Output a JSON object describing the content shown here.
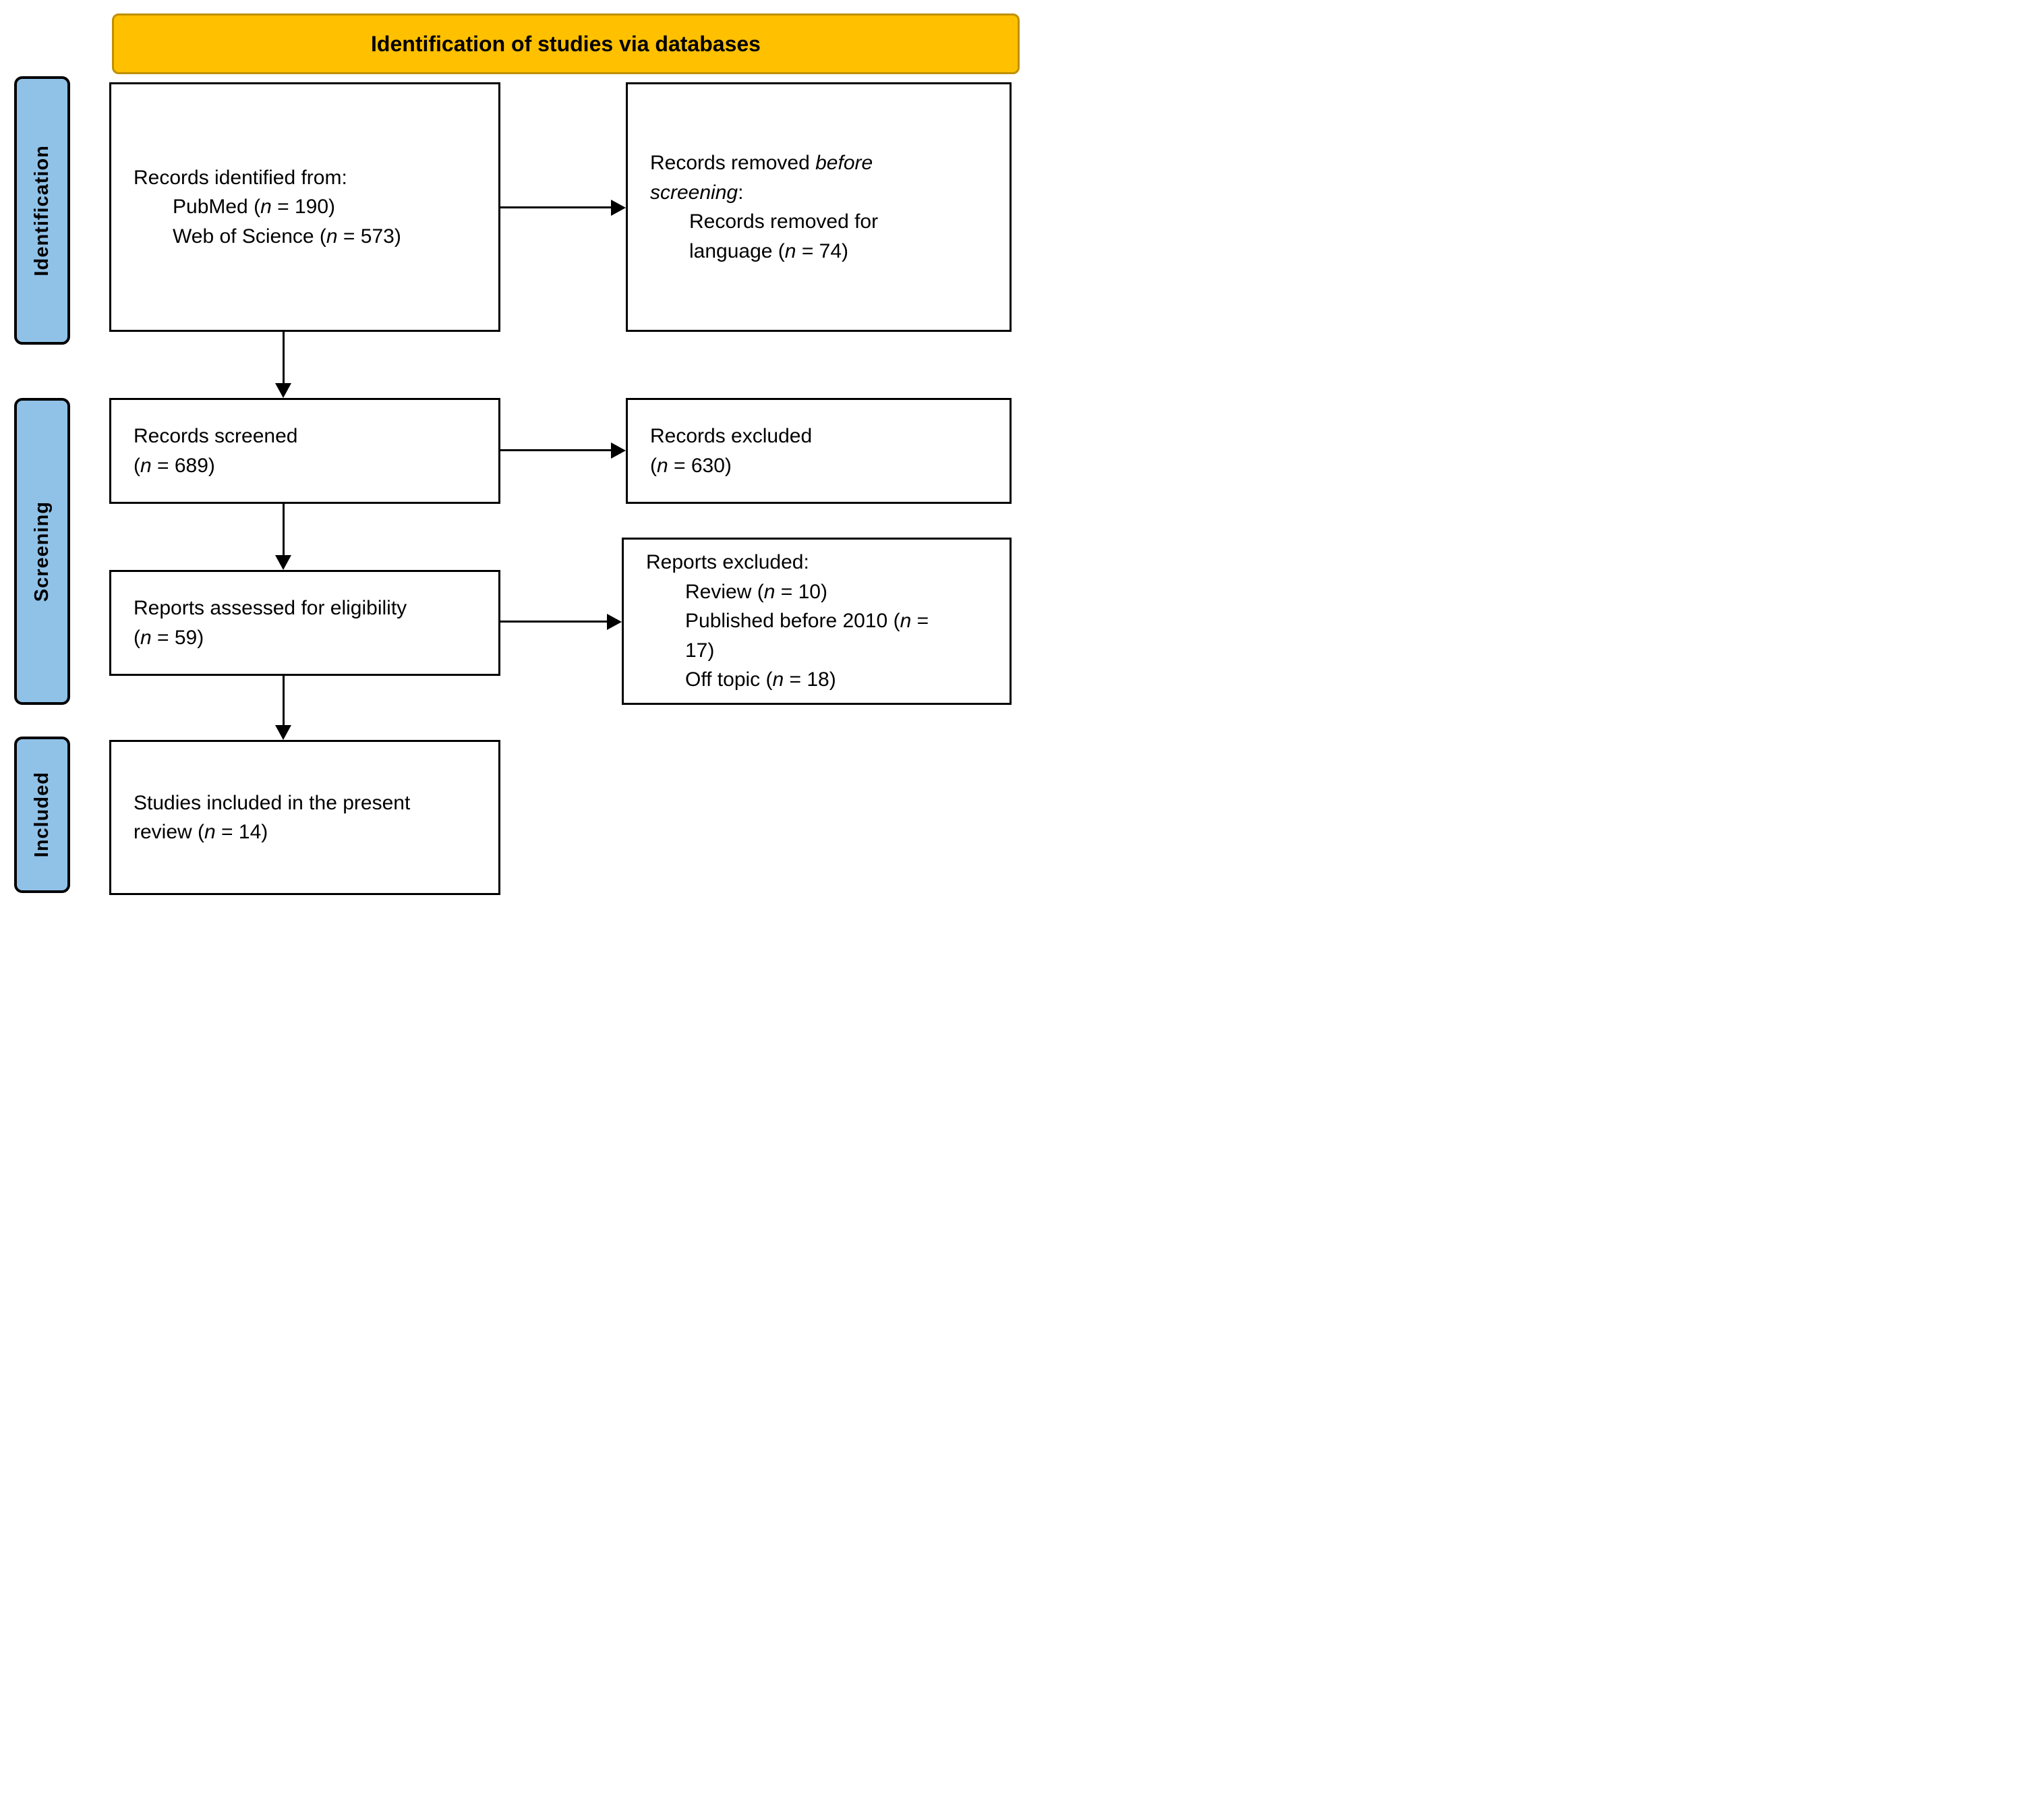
{
  "banner": {
    "title": "Identification of studies via databases"
  },
  "stages": [
    {
      "id": "identification",
      "label": "Identification"
    },
    {
      "id": "screening",
      "label": "Screening"
    },
    {
      "id": "included",
      "label": "Included"
    }
  ],
  "boxes": {
    "records_identified": {
      "lines": [
        {
          "indent": false,
          "segs": [
            {
              "t": "Records identified from:"
            }
          ]
        },
        {
          "indent": true,
          "segs": [
            {
              "t": "PubMed ("
            },
            {
              "t": "n",
              "i": true
            },
            {
              "t": " = 190)"
            }
          ]
        },
        {
          "indent": true,
          "segs": [
            {
              "t": "Web of Science ("
            },
            {
              "t": "n",
              "i": true
            },
            {
              "t": " = 573)"
            }
          ]
        }
      ]
    },
    "records_removed": {
      "lines": [
        {
          "indent": false,
          "segs": [
            {
              "t": "Records removed "
            },
            {
              "t": "before",
              "i": true
            }
          ]
        },
        {
          "indent": false,
          "segs": [
            {
              "t": "screening",
              "i": true
            },
            {
              "t": ":"
            }
          ]
        },
        {
          "indent": true,
          "segs": [
            {
              "t": "Records removed for"
            }
          ]
        },
        {
          "indent": true,
          "segs": [
            {
              "t": "language ("
            },
            {
              "t": "n",
              "i": true
            },
            {
              "t": " = 74)"
            }
          ]
        }
      ]
    },
    "records_screened": {
      "lines": [
        {
          "indent": false,
          "segs": [
            {
              "t": "Records screened"
            }
          ]
        },
        {
          "indent": false,
          "segs": [
            {
              "t": "("
            },
            {
              "t": "n",
              "i": true
            },
            {
              "t": " = 689)"
            }
          ]
        }
      ]
    },
    "records_excluded": {
      "lines": [
        {
          "indent": false,
          "segs": [
            {
              "t": "Records excluded"
            }
          ]
        },
        {
          "indent": false,
          "segs": [
            {
              "t": "("
            },
            {
              "t": "n",
              "i": true
            },
            {
              "t": " = 630)"
            }
          ]
        }
      ]
    },
    "reports_assessed": {
      "lines": [
        {
          "indent": false,
          "segs": [
            {
              "t": "Reports assessed for eligibility"
            }
          ]
        },
        {
          "indent": false,
          "segs": [
            {
              "t": "("
            },
            {
              "t": "n",
              "i": true
            },
            {
              "t": " = 59)"
            }
          ]
        }
      ]
    },
    "reports_excluded": {
      "lines": [
        {
          "indent": false,
          "segs": [
            {
              "t": "Reports excluded:"
            }
          ]
        },
        {
          "indent": true,
          "segs": [
            {
              "t": "Review ("
            },
            {
              "t": "n",
              "i": true
            },
            {
              "t": " = 10)"
            }
          ]
        },
        {
          "indent": true,
          "segs": [
            {
              "t": "Published before 2010 ("
            },
            {
              "t": "n",
              "i": true
            },
            {
              "t": " ="
            }
          ]
        },
        {
          "indent": true,
          "segs": [
            {
              "t": "17)"
            }
          ]
        },
        {
          "indent": true,
          "segs": [
            {
              "t": "Off topic ("
            },
            {
              "t": "n",
              "i": true
            },
            {
              "t": " = 18)"
            }
          ]
        }
      ]
    },
    "studies_included": {
      "lines": [
        {
          "indent": false,
          "segs": [
            {
              "t": "Studies included in the present"
            }
          ]
        },
        {
          "indent": false,
          "segs": [
            {
              "t": "review ("
            },
            {
              "t": "n",
              "i": true
            },
            {
              "t": " = 14)"
            }
          ]
        }
      ]
    }
  },
  "colors": {
    "banner_fill": "#FFC000",
    "banner_border": "#BF9000",
    "stage_fill": "#90C2E8",
    "box_border": "#000000",
    "arrow_color": "#000000",
    "text_color": "#000000",
    "background": "#FFFFFF"
  }
}
